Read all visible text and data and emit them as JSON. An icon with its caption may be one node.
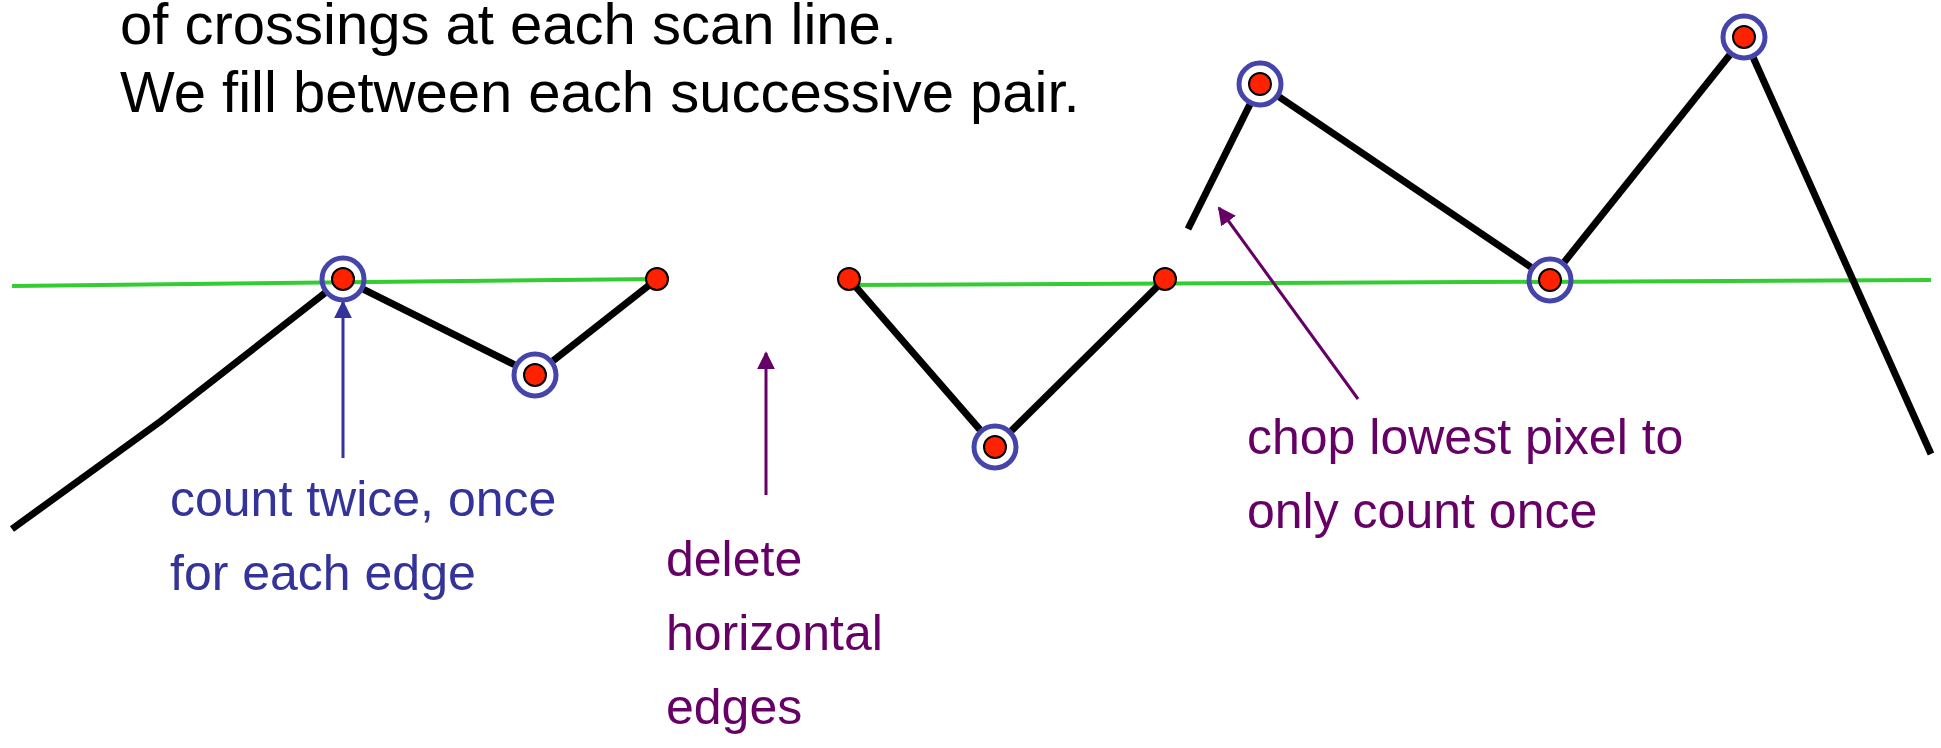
{
  "diagram": {
    "nodes": [
      {
        "text": [
          "count twice, once for each edge"
        ]
      },
      {
        "text": [],
        "shape": "circle"
      },
      {
        "text": [
          "delete horizontal edges"
        ]
      },
      {
        "text": [
          "chop lowest pixel to only count once"
        ]
      },
      {
        "text": [],
        "shape": "circle"
      },
      {
        "text": [],
        "shape": "circle"
      },
      {
        "text": [],
        "shape": "circle"
      },
      {
        "text": [],
        "shape": "circle"
      },
      {
        "text": [],
        "shape": "circle"
      },
      {
        "text": [],
        "shape": "circle"
      },
      {
        "text": [],
        "shape": "circle"
      },
      {
        "text": [],
        "shape": "circle"
      }
    ],
    "edges": [
      {
        "from": 0,
        "to": 1,
        "arrow": "to",
        "color": "#333399"
      },
      {
        "from": 2,
        "to": null,
        "arrow": "to",
        "color": "#660066"
      },
      {
        "from": 3,
        "to": null,
        "arrow": "to",
        "color": "#660066"
      },
      {
        "from": null,
        "to": 1,
        "arrow": "none"
      },
      {
        "from": 1,
        "to": 4,
        "arrow": "none"
      },
      {
        "from": 4,
        "to": 5,
        "arrow": "none"
      },
      {
        "from": 6,
        "to": 7,
        "arrow": "none"
      },
      {
        "from": 7,
        "to": 8,
        "arrow": "none"
      },
      {
        "from": null,
        "to": 9,
        "arrow": "none"
      },
      {
        "from": 9,
        "to": 10,
        "arrow": "none"
      },
      {
        "from": 10,
        "to": 11,
        "arrow": "none"
      },
      {
        "from": 11,
        "to": null,
        "arrow": "none"
      }
    ],
    "labels": [
      "of crossings at each scan line.",
      "We fill between each successive pair."
    ]
  }
}
